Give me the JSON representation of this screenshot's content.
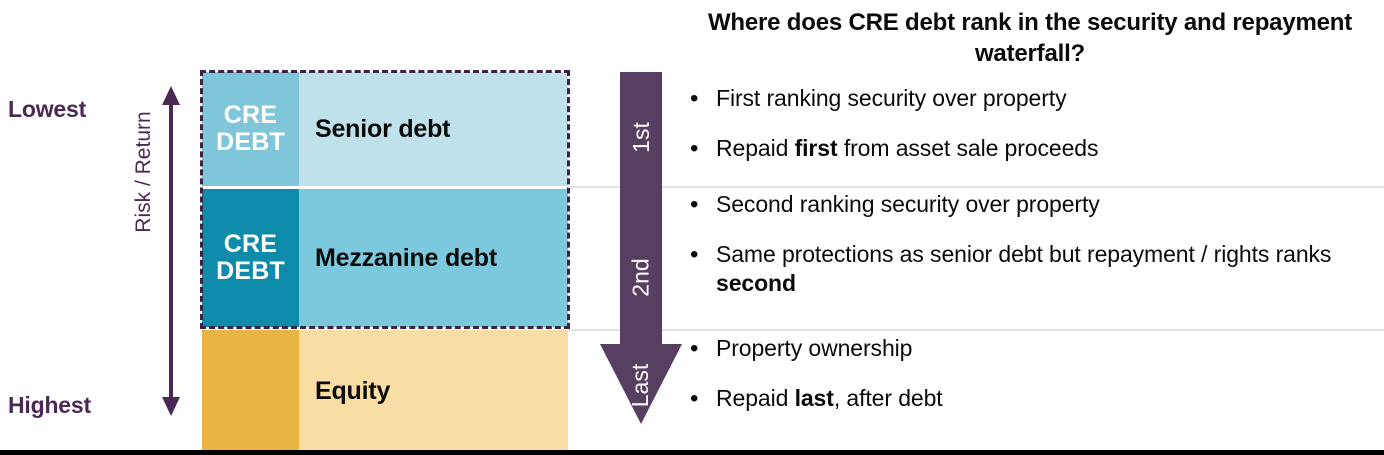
{
  "axis": {
    "lowest_label": "Lowest",
    "highest_label": "Highest",
    "risk_return_label": "Risk / Return"
  },
  "stack": {
    "tiers": [
      {
        "tag_line1": "CRE",
        "tag_line2": "DEBT",
        "name": "Senior debt",
        "tag_color": "#80c6da",
        "body_color": "#bfe1ec"
      },
      {
        "tag_line1": "CRE",
        "tag_line2": "DEBT",
        "name": "Mezzanine debt",
        "tag_color": "#0e8aab",
        "body_color": "#7cc8dc"
      },
      {
        "tag_line1": "",
        "tag_line2": "",
        "name": "Equity",
        "tag_color": "#e8b444",
        "body_color": "#f8dea4"
      }
    ],
    "highlight_border_color": "#3e2244"
  },
  "waterfall": {
    "arrow_color": "#573f62",
    "ranks": [
      "1st",
      "2nd",
      "Last"
    ]
  },
  "content": {
    "headline": "Where does CRE debt rank in the security and repayment waterfall?",
    "bullet_char": "•",
    "groups": [
      {
        "bullets": [
          {
            "pre": "First ranking security over property",
            "bold": "",
            "post": ""
          },
          {
            "pre": "Repaid ",
            "bold": "first",
            "post": " from asset sale proceeds"
          }
        ]
      },
      {
        "bullets": [
          {
            "pre": "Second ranking security over property",
            "bold": "",
            "post": ""
          },
          {
            "pre": "Same protections as senior debt but repayment / rights ranks ",
            "bold": "second",
            "post": ""
          }
        ]
      },
      {
        "bullets": [
          {
            "pre": "Property ownership",
            "bold": "",
            "post": ""
          },
          {
            "pre": "Repaid ",
            "bold": "last",
            "post": ", after debt"
          }
        ]
      }
    ]
  },
  "colors": {
    "purple": "#4a2a52",
    "arrow_purple": "#573f62",
    "divider": "#e2e2e2",
    "text": "#0b0b0b"
  }
}
